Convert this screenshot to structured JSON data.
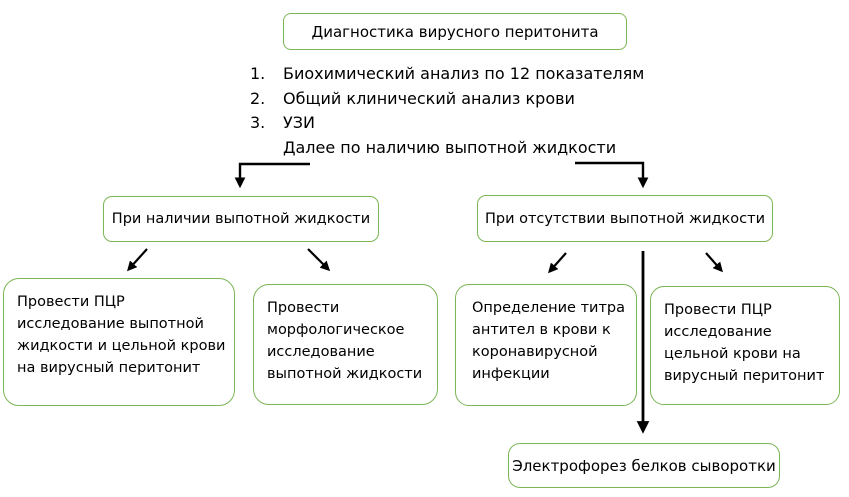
{
  "colors": {
    "box_border": "#7cb556",
    "arrow": "#000000",
    "background": "#ffffff",
    "text": "#000000"
  },
  "root": {
    "label": "Диагностика вирусного перитонита"
  },
  "steps": {
    "numbers": [
      "1.",
      "2.",
      "3."
    ],
    "items": [
      "Биохимический анализ по 12 показателям",
      "Общий клинический анализ крови",
      "УЗИ"
    ],
    "continuation": "Далее по наличию выпотной жидкости"
  },
  "branches": {
    "present": {
      "label": "При наличии выпотной жидкости"
    },
    "absent": {
      "label": "При отсутствии выпотной жидкости"
    }
  },
  "outcomes": {
    "pcr_effusion": {
      "lines": [
        "Провести ПЦР",
        "исследование выпотной",
        "жидкости и цельной крови",
        "на вирусный перитонит"
      ]
    },
    "morphology": {
      "lines": [
        "Провести",
        "морфологическое",
        "исследование",
        "выпотной жидкости"
      ]
    },
    "antibody_titer": {
      "lines": [
        "Определение титра",
        "антител в крови к",
        "коронавирусной",
        "инфекции"
      ]
    },
    "pcr_whole_blood": {
      "lines": [
        "Провести ПЦР",
        "исследование",
        "цельной крови на",
        "вирусный перитонит"
      ]
    },
    "electrophoresis": {
      "label": "Электрофорез белков сыворотки"
    }
  }
}
